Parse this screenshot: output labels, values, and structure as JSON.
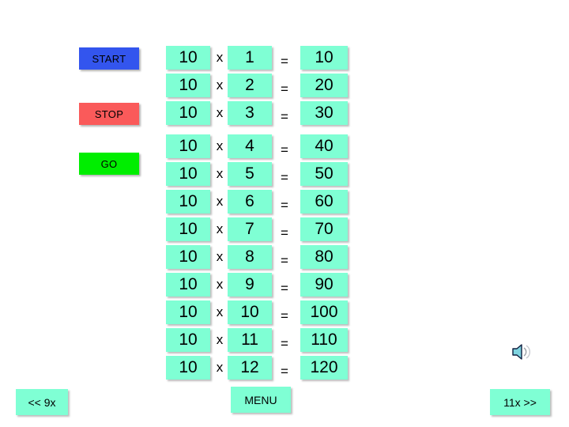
{
  "controls": {
    "start_label": "START",
    "stop_label": "STOP",
    "go_label": "GO",
    "start_color": "#3355ee",
    "stop_color": "#fa5a5a",
    "go_color": "#00ee00"
  },
  "table": {
    "cell_color": "#7fffd4",
    "times_symbol": "x",
    "equals_symbol": "=",
    "rows": [
      {
        "multiplicand": "10",
        "times": "x",
        "multiplier": "1",
        "equals": "=",
        "product": "10"
      },
      {
        "multiplicand": "10",
        "times": "x",
        "multiplier": "2",
        "equals": "=",
        "product": "20"
      },
      {
        "multiplicand": "10",
        "times": "x",
        "multiplier": "3",
        "equals": "=",
        "product": "30"
      },
      {
        "multiplicand": "10",
        "times": "x",
        "multiplier": "4",
        "equals": "=",
        "product": "40"
      },
      {
        "multiplicand": "10",
        "times": "x",
        "multiplier": "5",
        "equals": "=",
        "product": "50"
      },
      {
        "multiplicand": "10",
        "times": "x",
        "multiplier": "6",
        "equals": "=",
        "product": "60"
      },
      {
        "multiplicand": "10",
        "times": "x",
        "multiplier": "7",
        "equals": "=",
        "product": "70"
      },
      {
        "multiplicand": "10",
        "times": "x",
        "multiplier": "8",
        "equals": "=",
        "product": "80"
      },
      {
        "multiplicand": "10",
        "times": "x",
        "multiplier": "9",
        "equals": "=",
        "product": "90"
      },
      {
        "multiplicand": "10",
        "times": "x",
        "multiplier": "10",
        "equals": "=",
        "product": "100"
      },
      {
        "multiplicand": "10",
        "times": "x",
        "multiplier": "11",
        "equals": "=",
        "product": "110"
      },
      {
        "multiplicand": "10",
        "times": "x",
        "multiplier": "12",
        "equals": "=",
        "product": "120"
      }
    ]
  },
  "nav": {
    "prev_label": "<< 9x",
    "menu_label": "MENU",
    "next_label": "11x >>"
  },
  "icons": {
    "sound": "speaker-icon"
  }
}
